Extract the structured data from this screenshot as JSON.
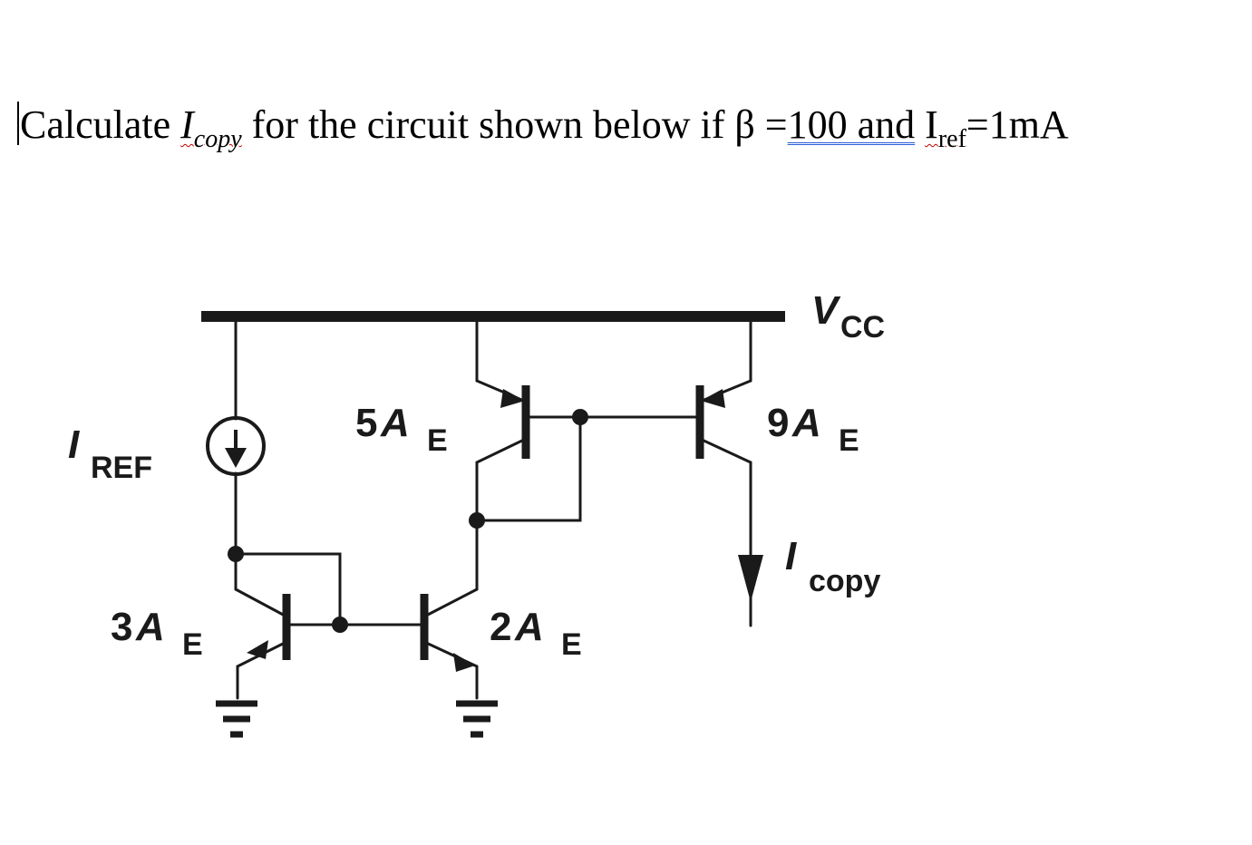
{
  "question": {
    "prefix": "Calculate ",
    "icopy_main": "I",
    "icopy_sub": "copy",
    "middle": " for the circuit shown below if ",
    "beta_symbol": "β",
    "beta_eq": " =",
    "beta_value": "100  and",
    "space": " ",
    "iref_main": "I",
    "iref_sub": "ref",
    "iref_value": "=1mA"
  },
  "circuit": {
    "supply_label_main": "V",
    "supply_label_sub": "CC",
    "iref_label_main": "I",
    "iref_label_sub": "REF",
    "icopy_label_main": "I",
    "icopy_label_sub": "copy",
    "q_left_bottom_area_num": "3",
    "q_right_bottom_area_num": "2",
    "q_left_top_area_num": "5",
    "q_right_top_area_num": "9",
    "area_symbol": "A",
    "area_sub": "E"
  }
}
